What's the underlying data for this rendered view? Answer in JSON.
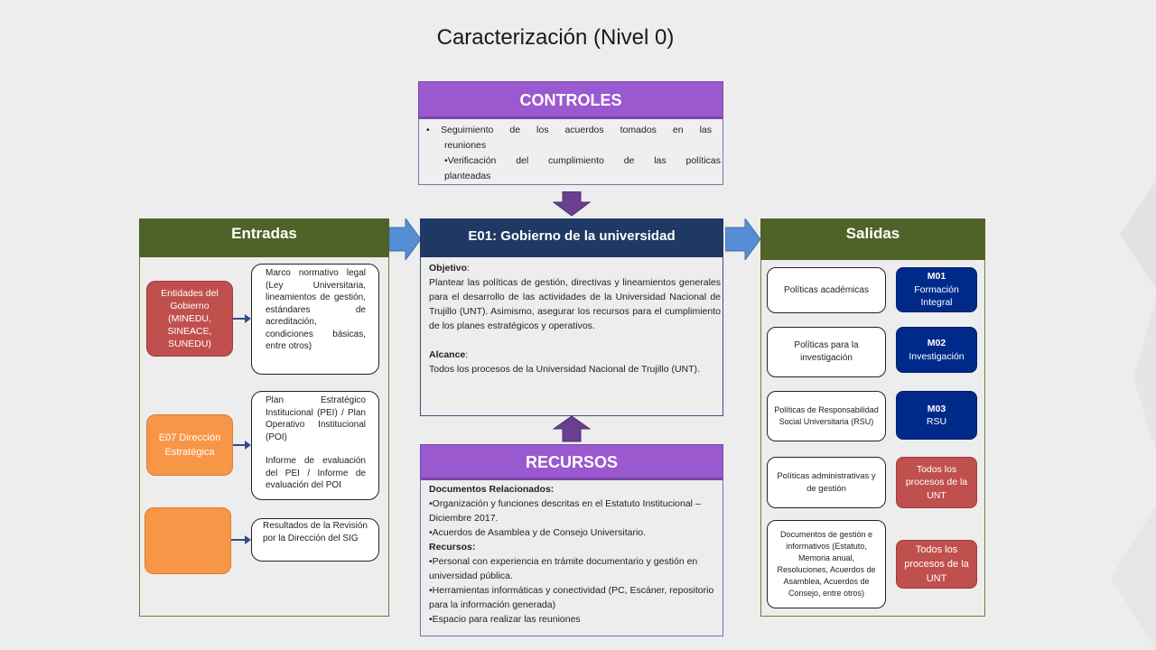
{
  "title": "Caracterización (Nivel 0)",
  "controles": {
    "heading": "CONTROLES",
    "item1_a": "Seguimiento de los acuerdos tomados en las",
    "item1_b": "reuniones",
    "item2_a": "•Verificación del cumplimiento de las políticas",
    "item2_b": "planteadas"
  },
  "entradas": {
    "heading": "Entradas",
    "source1": "Entidades del Gobierno (MINEDU, SINEACE, SUNEDU)",
    "source2": "E07 Dirección Estratégica",
    "input1": "Marco normativo legal (Ley Universitaria, lineamientos de gestión, estándares de acreditación, condiciones básicas, entre otros)",
    "input2_a": "Plan Estratégico Institucional (PEI) / Plan Operativo Institucional (POI)",
    "input2_b": "Informe de evaluación del PEI / Informe de evaluación del POI",
    "input3": "Resultados de la Revisión por la Dirección del SIG"
  },
  "proceso": {
    "heading": "E01: Gobierno de la universidad",
    "objetivo_label": "Objetivo",
    "objetivo_text": "Plantear las políticas de gestión, directivas y lineamientos generales para el desarrollo de las actividades de la Universidad Nacional de Trujillo (UNT). Asimismo, asegurar los recursos para el cumplimiento de los planes estratégicos y operativos.",
    "alcance_label": "Alcance",
    "alcance_text": "Todos los procesos de la Universidad Nacional de Trujillo (UNT)."
  },
  "recursos": {
    "heading": "RECURSOS",
    "docs_label": "Documentos Relacionados:",
    "doc1": "•Organización y funciones descritas en el Estatuto Institucional – Diciembre 2017.",
    "doc2": "•Acuerdos de Asamblea y de Consejo Universitario.",
    "rec_label": "Recursos:",
    "rec1": "•Personal con experiencia en trámite documentario y gestión en universidad pública.",
    "rec2": "•Herramientas informáticas y conectividad (PC, Escáner, repositorio para la información generada)",
    "rec3": "•Espacio para realizar las reuniones"
  },
  "salidas": {
    "heading": "Salidas",
    "out1": "Políticas académicas",
    "out2": "Políticas para la investigación",
    "out3": "Políticas de Responsabilidad Social Universitaria (RSU)",
    "out4": "Políticas administrativas y de gestión",
    "out5": "Documentos de gestión e informativos (Estatuto, Memoria anual, Resoluciones, Acuerdos de Asamblea, Acuerdos de Consejo, entre otros)",
    "dest1_code": "M01",
    "dest1_name": "Formación Integral",
    "dest2_code": "M02",
    "dest2_name": "Investigación",
    "dest3_code": "M03",
    "dest3_name": "RSU",
    "dest4": "Todos los procesos de la UNT",
    "dest5": "Todos los procesos de la UNT"
  },
  "colors": {
    "purple": "#9b59d0",
    "olive": "#4f6228",
    "navy_header": "#1f3864",
    "navy_box": "#002a8a",
    "red": "#c0504d",
    "orange": "#f79646",
    "arrow_blue": "#558ed5",
    "arrow_purple": "#6b3f8f"
  }
}
